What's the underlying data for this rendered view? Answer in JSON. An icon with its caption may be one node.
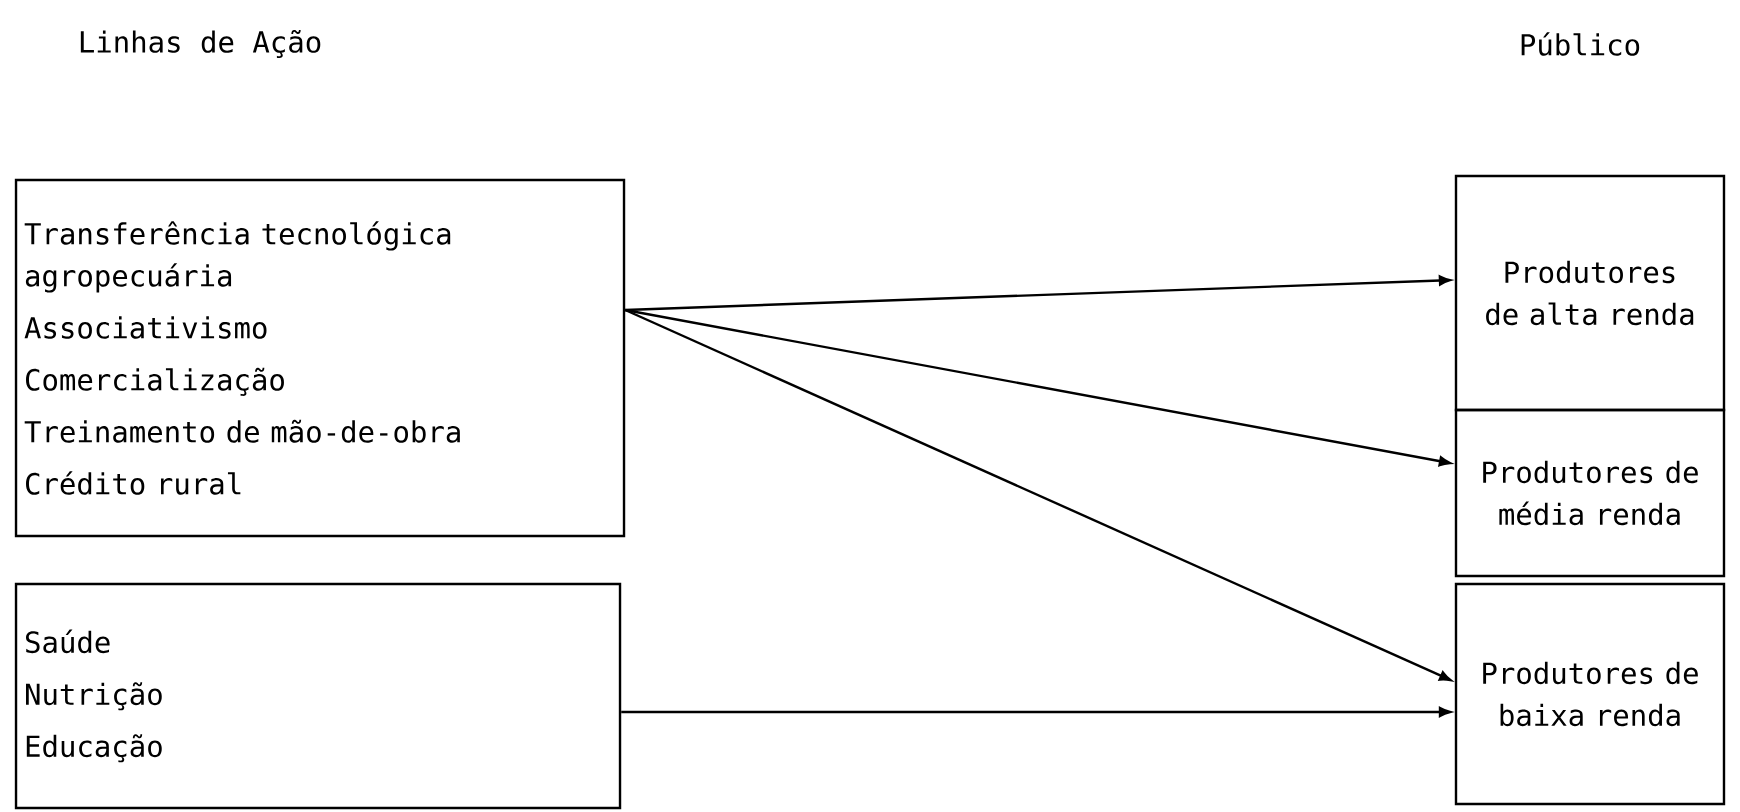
{
  "diagram": {
    "nodes": [
      {
        "text": [
          "Transferência tecnológica agropecuária",
          "Associativismo",
          "Comercialização",
          "Treinamento de mão-de-obra",
          "Crédito rural"
        ]
      },
      {
        "text": [
          "Saúde",
          "Nutrição",
          "Educação"
        ]
      },
      {
        "text": [
          "Produtores de alta renda"
        ]
      },
      {
        "text": [
          "Produtores de média renda"
        ]
      },
      {
        "text": [
          "Produtores de baixa renda"
        ]
      }
    ],
    "edges": [
      {
        "from": 0,
        "to": 2,
        "arrow": "to"
      },
      {
        "from": 0,
        "to": 3,
        "arrow": "to"
      },
      {
        "from": 0,
        "to": 4,
        "arrow": "to"
      },
      {
        "from": 1,
        "to": 4,
        "arrow": "to"
      }
    ],
    "labels": [
      "Linhas de Ação",
      "Público"
    ]
  }
}
